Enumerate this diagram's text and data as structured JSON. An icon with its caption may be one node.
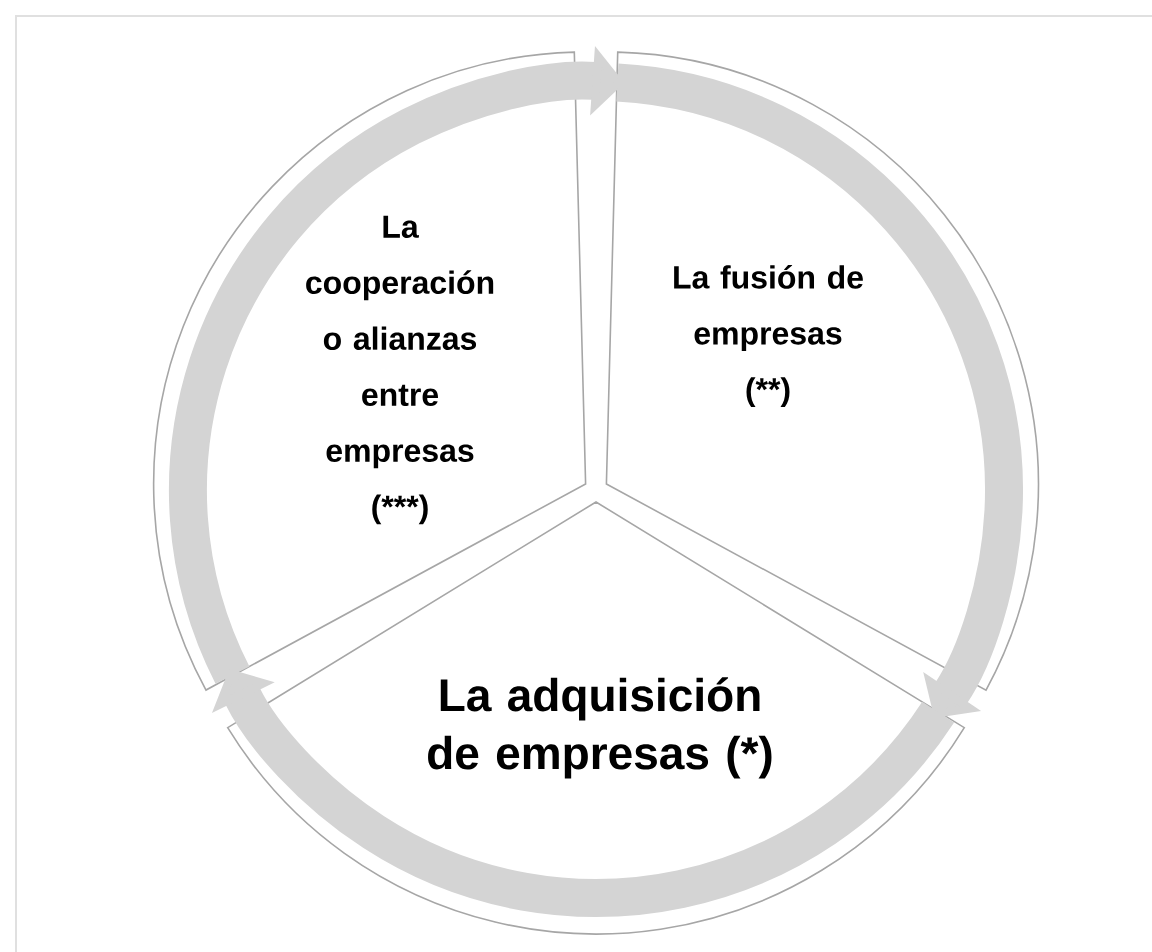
{
  "diagram": {
    "nodes": [
      {
        "text": [
          "La cooperación o alianzas entre empresas (***)"
        ]
      },
      {
        "text": [
          "La fusión de empresas (**)"
        ]
      },
      {
        "text": [
          "La adquisición de empresas (*)"
        ]
      }
    ],
    "edges": [
      {
        "from": 0,
        "to": 1,
        "arrow": "to"
      },
      {
        "from": 1,
        "to": 2,
        "arrow": "to"
      },
      {
        "from": 2,
        "to": 0,
        "arrow": "to"
      }
    ]
  }
}
